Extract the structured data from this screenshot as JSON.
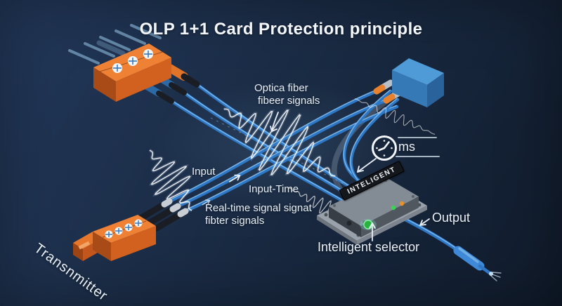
{
  "title": "OLP 1+1 Card Protection principle",
  "diagram": {
    "labels": {
      "optical_fiber": [
        "Optica fiber",
        "fibeer signals"
      ],
      "input": "Input",
      "input_time": "Input-Time",
      "realtime": [
        "Real-time signal signat",
        "fibter signals"
      ],
      "latency_unit": "ms",
      "transmitter": "Transnmitter",
      "intelligent_selector": "Intelligent selector",
      "output": "Output",
      "selector_device_label": "INTELIGENT"
    },
    "icons": {
      "timer": "clock-icon"
    },
    "colors": {
      "background_top": "#22385a",
      "background_bottom": "#101b2b",
      "fiber_blue": "#2d77c4",
      "fiber_highlight": "#86bef0",
      "transmitter_orange": "#ef8134",
      "receiver_blue": "#4f9bd8",
      "selector_gray": "#7b838d",
      "led_green": "#2ecc4e",
      "led_orange": "#e8912a",
      "waveform_white": "#ffffff",
      "text": "#e9eff6"
    }
  }
}
